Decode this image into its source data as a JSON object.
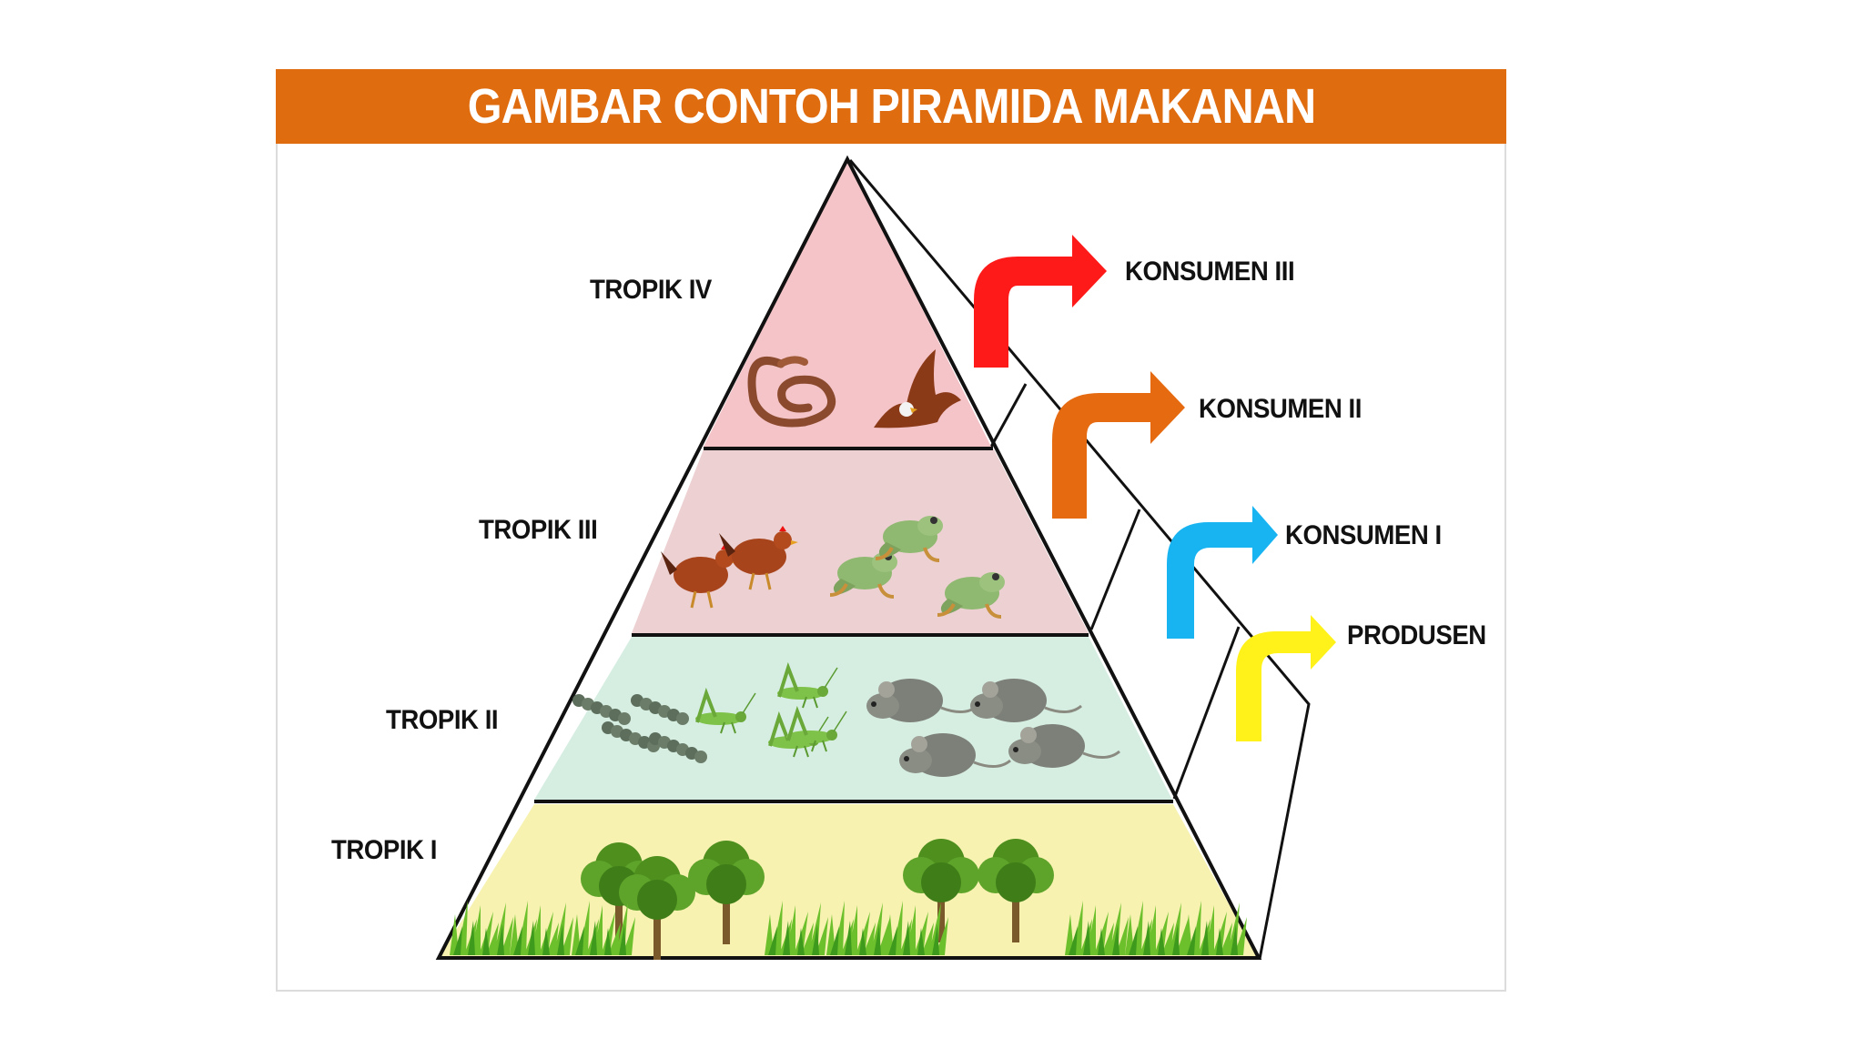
{
  "title": "GAMBAR CONTOH PIRAMIDA MAKANAN",
  "levels": {
    "tropik_iv": "TROPIK IV",
    "tropik_iii": "TROPIK III",
    "tropik_ii": "TROPIK II",
    "tropik_i": "TROPIK I"
  },
  "roles": {
    "konsumen_iii": "KONSUMEN III",
    "konsumen_ii": "KONSUMEN II",
    "konsumen_i": "KONSUMEN I",
    "produsen": "PRODUSEN"
  },
  "colors": {
    "banner": "#e06c10",
    "tier_iv": "#f4c4c8",
    "tier_iii": "#ecd0d2",
    "tier_ii": "#d6eee2",
    "tier_i": "#f7f2b0",
    "arrow_konsumen_iii": "#ff1a1a",
    "arrow_konsumen_ii": "#e66a10",
    "arrow_konsumen_i": "#18b4f2",
    "arrow_produsen": "#fff21a"
  },
  "tier_contents": {
    "tropik_iv": [
      "snake-icon",
      "eagle-icon"
    ],
    "tropik_iii": [
      "chicken-icon",
      "frog-icon"
    ],
    "tropik_ii": [
      "caterpillar-icon",
      "grasshopper-icon",
      "mouse-icon"
    ],
    "tropik_i": [
      "tree-icon",
      "grass-icon"
    ]
  }
}
